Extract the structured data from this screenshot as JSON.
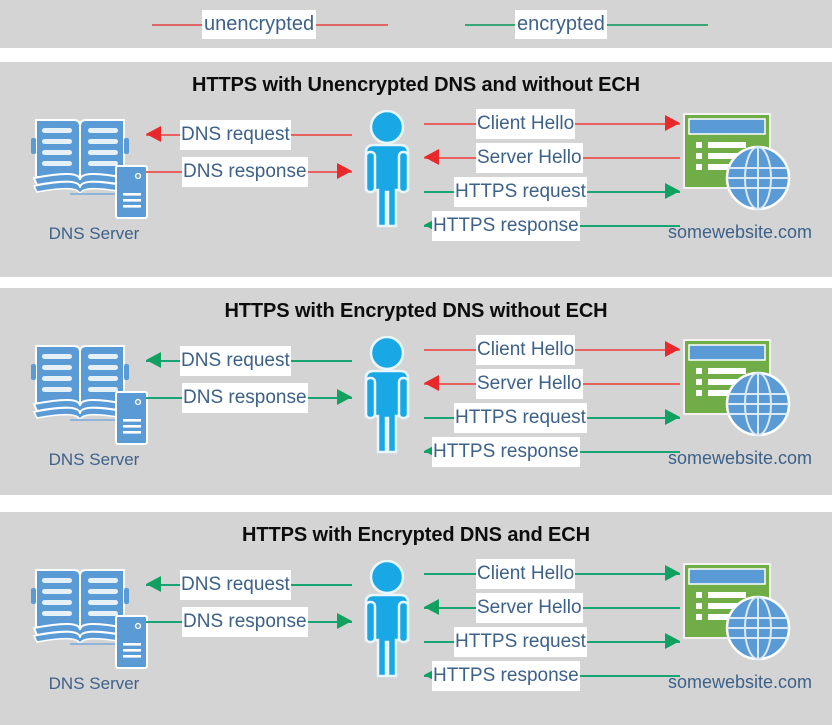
{
  "legend": {
    "items": [
      {
        "label": "unencrypted",
        "color": "#e8615c",
        "kind": "unencrypted"
      },
      {
        "label": "encrypted",
        "color": "#17a673",
        "kind": "encrypted"
      }
    ]
  },
  "colors": {
    "background": "#d4d4d4",
    "page": "#ffffff",
    "unencrypted_line": "#e8615c",
    "unencrypted_head": "#e8282a",
    "encrypted_line": "#17a673",
    "encrypted_head": "#10a05f",
    "label_text": "#3d6189",
    "title_text": "#0d0d0d",
    "person": "#19a8e6",
    "site_window": "#70ad47",
    "site_titlebar": "#5b9bd5",
    "globe": "#5b9bd5"
  },
  "panels": [
    {
      "title": "HTTPS with Unencrypted DNS and without ECH",
      "dns_label": "DNS Server",
      "site_label": "somewebsite.com",
      "dns_messages": [
        {
          "label": "DNS request",
          "direction": "left",
          "encrypted": false
        },
        {
          "label": "DNS response",
          "direction": "right",
          "encrypted": false
        }
      ],
      "web_messages": [
        {
          "label": "Client Hello",
          "direction": "right",
          "encrypted": false
        },
        {
          "label": "Server Hello",
          "direction": "left",
          "encrypted": false
        },
        {
          "label": "HTTPS request",
          "direction": "right",
          "encrypted": true
        },
        {
          "label": "HTTPS response",
          "direction": "left",
          "encrypted": true
        }
      ]
    },
    {
      "title": "HTTPS with Encrypted DNS without ECH",
      "dns_label": "DNS Server",
      "site_label": "somewebsite.com",
      "dns_messages": [
        {
          "label": "DNS request",
          "direction": "left",
          "encrypted": true
        },
        {
          "label": "DNS response",
          "direction": "right",
          "encrypted": true
        }
      ],
      "web_messages": [
        {
          "label": "Client Hello",
          "direction": "right",
          "encrypted": false
        },
        {
          "label": "Server Hello",
          "direction": "left",
          "encrypted": false
        },
        {
          "label": "HTTPS request",
          "direction": "right",
          "encrypted": true
        },
        {
          "label": "HTTPS response",
          "direction": "left",
          "encrypted": true
        }
      ]
    },
    {
      "title": "HTTPS with Encrypted DNS and ECH",
      "dns_label": "DNS Server",
      "site_label": "somewebsite.com",
      "dns_messages": [
        {
          "label": "DNS request",
          "direction": "left",
          "encrypted": true
        },
        {
          "label": "DNS response",
          "direction": "right",
          "encrypted": true
        }
      ],
      "web_messages": [
        {
          "label": "Client Hello",
          "direction": "right",
          "encrypted": true
        },
        {
          "label": "Server Hello",
          "direction": "left",
          "encrypted": true
        },
        {
          "label": "HTTPS request",
          "direction": "right",
          "encrypted": true
        },
        {
          "label": "HTTPS response",
          "direction": "left",
          "encrypted": true
        }
      ]
    }
  ],
  "icons": {
    "dns_server": "book-server-icon",
    "person": "person-icon",
    "website": "browser-globe-icon"
  }
}
